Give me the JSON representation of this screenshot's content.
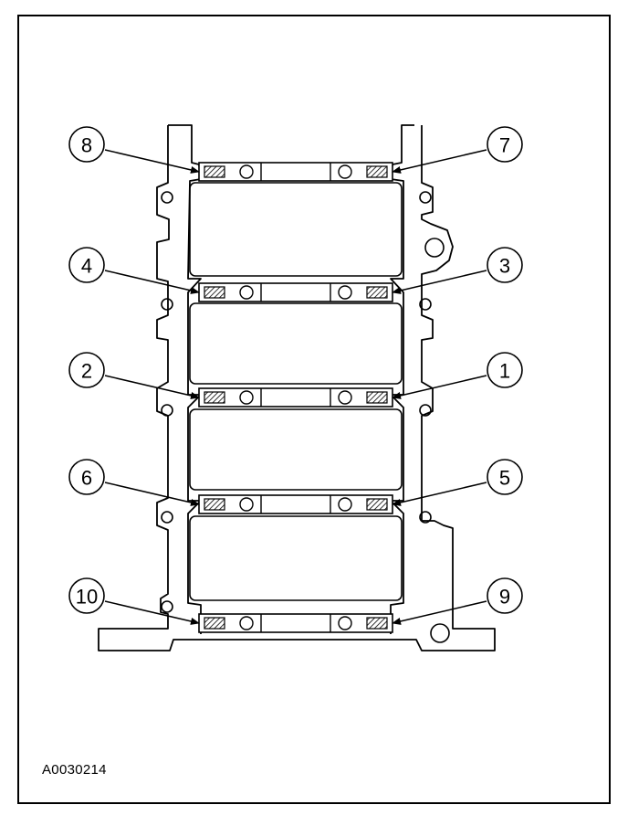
{
  "figure_id": "A0030214",
  "callouts": [
    {
      "label": "8",
      "side": "left"
    },
    {
      "label": "7",
      "side": "right"
    },
    {
      "label": "4",
      "side": "left"
    },
    {
      "label": "3",
      "side": "right"
    },
    {
      "label": "2",
      "side": "left"
    },
    {
      "label": "1",
      "side": "right"
    },
    {
      "label": "6",
      "side": "left"
    },
    {
      "label": "5",
      "side": "right"
    },
    {
      "label": "10",
      "side": "left"
    },
    {
      "label": "9",
      "side": "right"
    }
  ]
}
